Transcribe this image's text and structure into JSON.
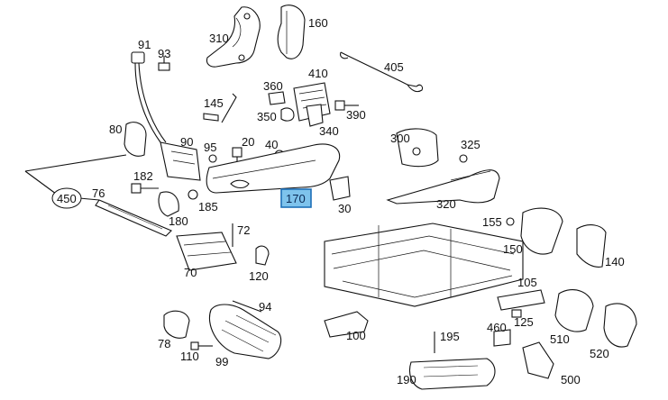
{
  "diagram": {
    "highlighted_label": "170",
    "highlight_color": "#7ec3ec",
    "part_labels": {
      "p310": "310",
      "p160": "160",
      "p91": "91",
      "p93": "93",
      "p405": "405",
      "p410": "410",
      "p360": "360",
      "p145": "145",
      "p350": "350",
      "p390": "390",
      "p340": "340",
      "p80": "80",
      "p90": "90",
      "p95": "95",
      "p20": "20",
      "p40": "40",
      "p300": "300",
      "p325": "325",
      "p182": "182",
      "p450": "450",
      "p76": "76",
      "p185": "185",
      "p170": "170",
      "p30": "30",
      "p320": "320",
      "p180": "180",
      "p72": "72",
      "p155": "155",
      "p150": "150",
      "p140": "140",
      "p70": "70",
      "p120": "120",
      "p105": "105",
      "p94": "94",
      "p125": "125",
      "p460": "460",
      "p510": "510",
      "p520": "520",
      "p100": "100",
      "p195": "195",
      "p78": "78",
      "p110": "110",
      "p99": "99",
      "p190": "190",
      "p500": "500"
    }
  }
}
